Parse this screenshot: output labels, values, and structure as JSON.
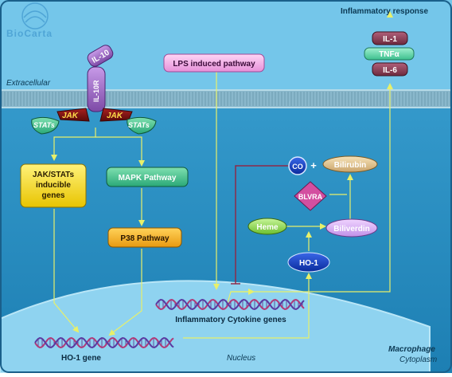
{
  "logo": {
    "text": "BioCarta"
  },
  "labels": {
    "extracellular": "Extracellular",
    "inflammatory_response": "Inflammatory response",
    "nucleus": "Nucleus",
    "macrophage": "Macrophage",
    "cytoplasm": "Cytoplasm"
  },
  "receptors": {
    "il10": "IL-10",
    "il10r": "IL-10R",
    "jak_left": "JAK",
    "jak_right": "JAK",
    "stats_left": "STATs",
    "stats_right": "STATs"
  },
  "nodes": {
    "lps": "LPS induced pathway",
    "jakstats_genes_line1": "JAK/STATs",
    "jakstats_genes_line2": "inducible",
    "jakstats_genes_line3": "genes",
    "mapk": "MAPK Pathway",
    "p38": "P38 Pathway",
    "co": "CO",
    "plus": "+",
    "bilirubin": "Bilirubin",
    "blvra": "BLVRA",
    "heme": "Heme",
    "biliverdin": "Biliverdin",
    "ho1_protein": "HO-1"
  },
  "cytokines": {
    "il1": "IL-1",
    "tnf": "TNFα",
    "il6": "IL-6"
  },
  "genes": {
    "inflammatory": "Inflammatory Cytokine genes",
    "ho1": "HO-1 gene"
  },
  "colors": {
    "background": "#2b8fc0",
    "extracellular": "#74c6ea",
    "nucleus": "#8fd3f0",
    "arrow": "#e8f06a",
    "inhibit": "#8b2a4a"
  }
}
